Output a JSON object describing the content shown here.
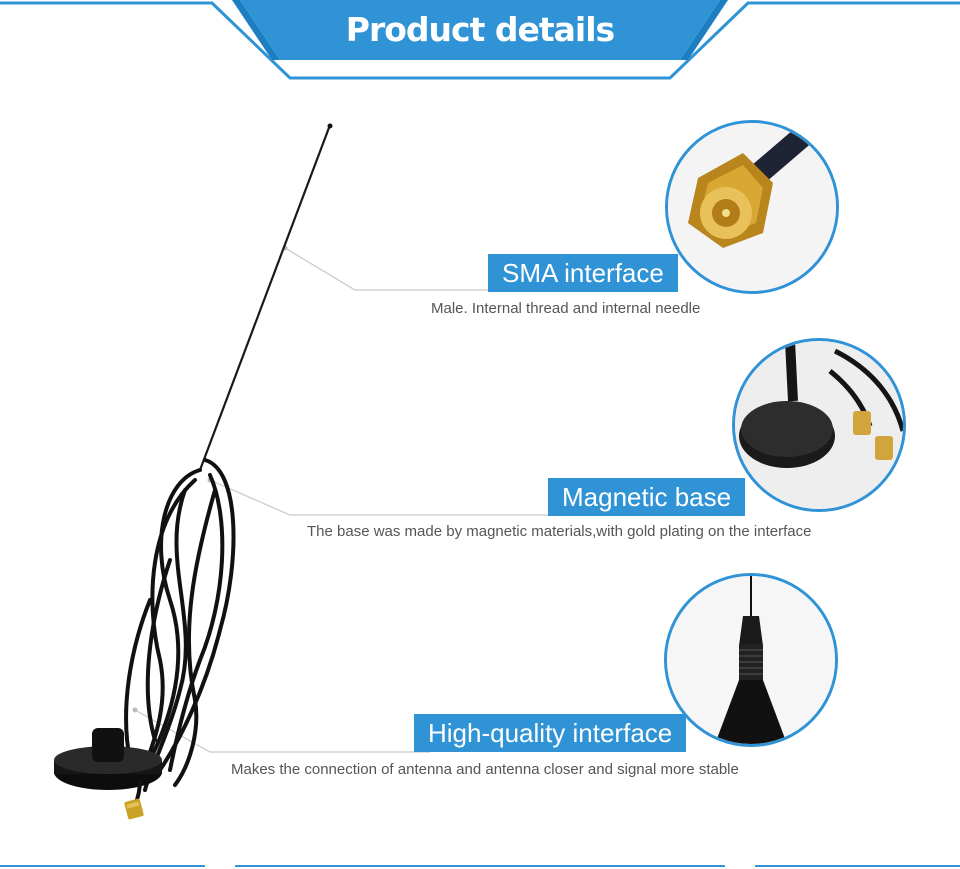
{
  "header": {
    "title": "Product details"
  },
  "colors": {
    "accent": "#2f93d6",
    "accent_dark": "#1d7fc2",
    "text": "#555555"
  },
  "features": [
    {
      "label": "SMA interface",
      "description": "Male. Internal thread and internal needle",
      "image": "sma-connector-closeup"
    },
    {
      "label": "Magnetic base",
      "description": "The base was made by magnetic materials,with gold plating on the interface",
      "image": "magnetic-base-closeup"
    },
    {
      "label": "High-quality interface",
      "description": "Makes the connection of antenna and antenna closer and signal more stable",
      "image": "antenna-joint-closeup"
    }
  ]
}
